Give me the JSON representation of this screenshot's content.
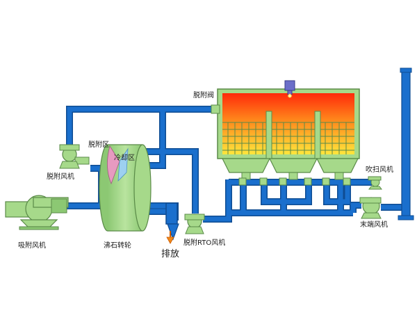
{
  "labels": {
    "desorb_valve": "脱附阀",
    "desorb_zone": "脱附区",
    "cooling_zone": "冷却区",
    "desorb_fan": "脱附风机",
    "adsorb_fan": "吸附风机",
    "zeolite_rotor": "沸石转轮",
    "exhaust": "排放",
    "desorb_rto_fan": "脱附RTO风机",
    "purge_fan": "吹扫风机",
    "end_fan": "末端风机"
  },
  "colors": {
    "pipe_fill": "#1a6fcd",
    "pipe_edge": "#0f4c92",
    "equipment_green": "#a6d98a",
    "equipment_edge": "#5a8a48",
    "heat_top": "#ff3b10",
    "heat_bottom": "#ffe23a",
    "desorb_zone": "#e79ac0",
    "chimney": "#1a6fcd"
  }
}
